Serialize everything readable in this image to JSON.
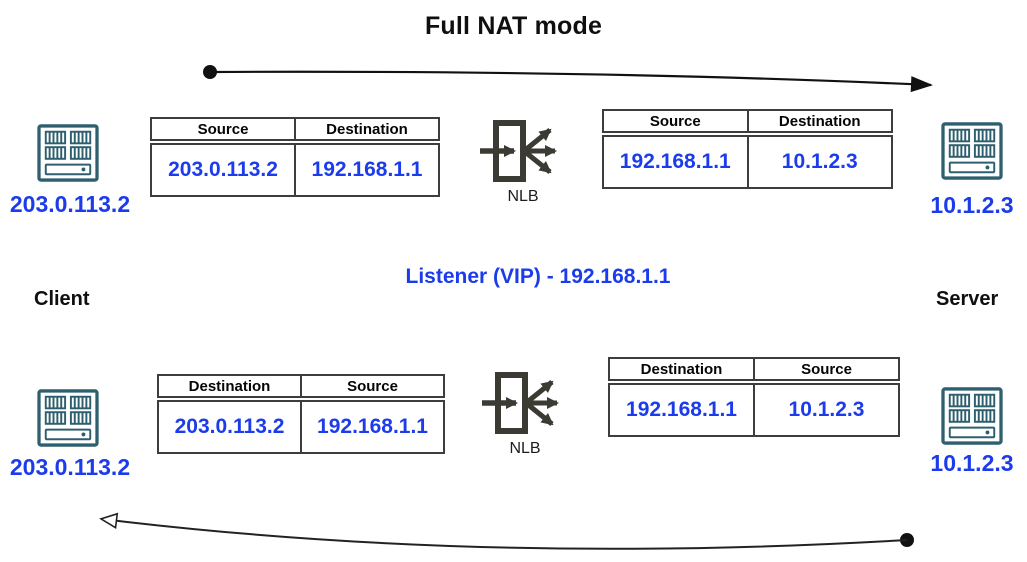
{
  "title": "Full NAT mode",
  "listener_label": "Listener (VIP) - 192.168.1.1",
  "nlb_label": "NLB",
  "roles": {
    "client": "Client",
    "server": "Server"
  },
  "endpoints": {
    "client_ip": "203.0.113.2",
    "server_ip": "10.1.2.3",
    "vip": "192.168.1.1"
  },
  "colors": {
    "ip_text_blue": "#1c3cec",
    "server_icon_teal": "#2e5f6e",
    "nlb_icon_dark": "#3b3a33",
    "table_border": "#3d3d3d",
    "text_black": "#0f0f0f"
  },
  "flows": {
    "request": {
      "left_table": {
        "headers": [
          "Source",
          "Destination"
        ],
        "values": [
          "203.0.113.2",
          "192.168.1.1"
        ]
      },
      "right_table": {
        "headers": [
          "Source",
          "Destination"
        ],
        "values": [
          "192.168.1.1",
          "10.1.2.3"
        ]
      }
    },
    "response": {
      "left_table": {
        "headers": [
          "Destination",
          "Source"
        ],
        "values": [
          "203.0.113.2",
          "192.168.1.1"
        ]
      },
      "right_table": {
        "headers": [
          "Destination",
          "Source"
        ],
        "values": [
          "192.168.1.1",
          "10.1.2.3"
        ]
      }
    }
  }
}
